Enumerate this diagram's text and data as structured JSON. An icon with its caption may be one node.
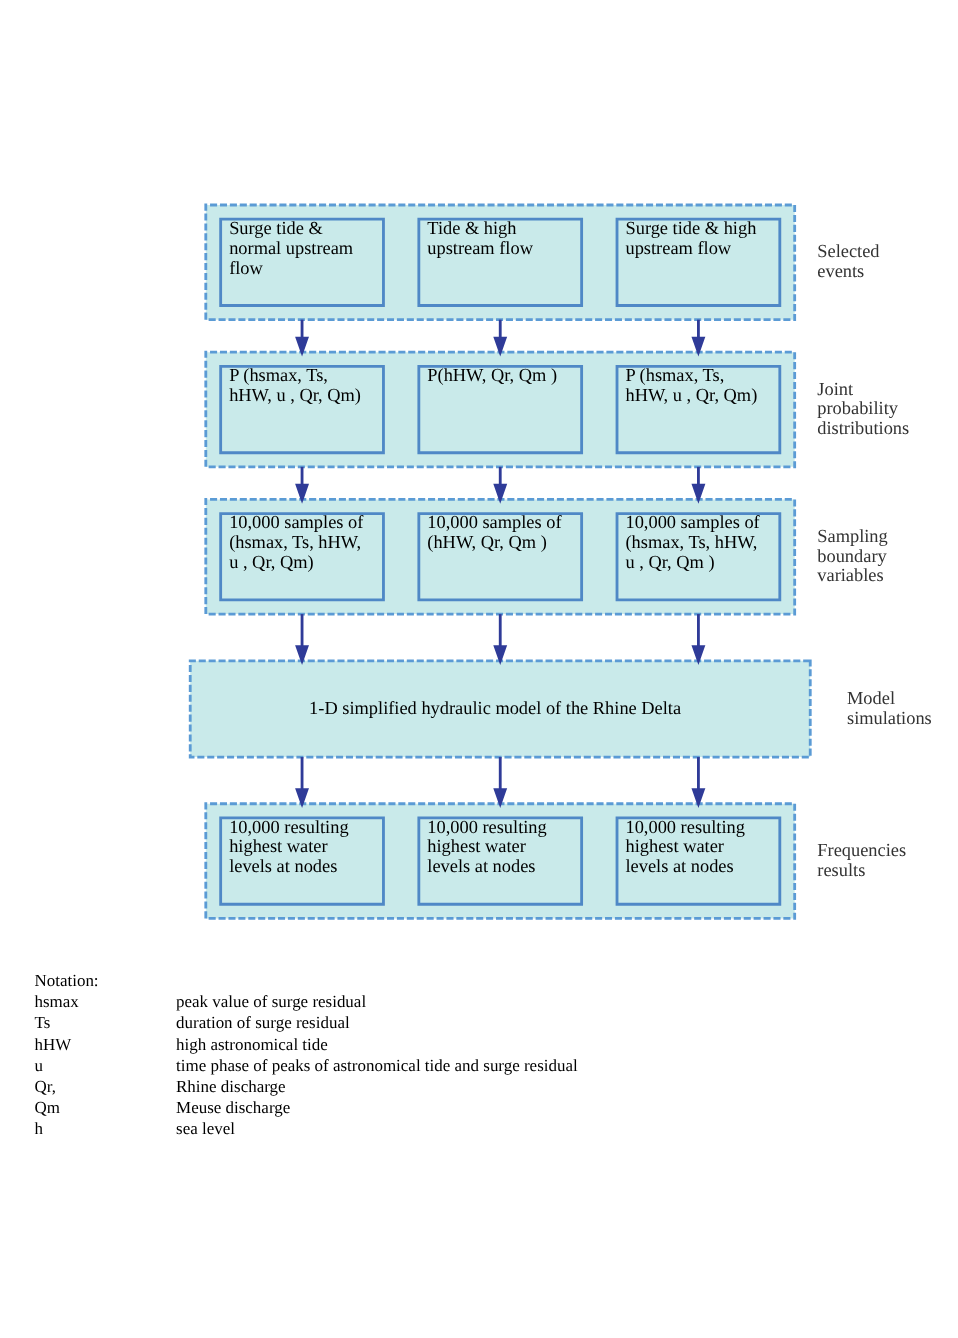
{
  "diagram": {
    "nodes": [
      {
        "text": [],
        "shape": "box",
        "beside": [
          "Selected events"
        ]
      },
      {
        "text": [
          "Surge tide & normal upstream flow"
        ],
        "in": 0
      },
      {
        "text": [
          "Tide & high upstream flow"
        ],
        "in": 0
      },
      {
        "text": [
          "Surge tide & high upstream flow"
        ],
        "in": 0
      },
      {
        "text": [],
        "shape": "box",
        "beside": [
          "Joint probability distributions"
        ]
      },
      {
        "text": [
          "P (hsmax, Ts, hHW, u , Qr, Qm)"
        ],
        "in": 4
      },
      {
        "text": [
          "P(hHW, Qr, Qm )"
        ],
        "in": 4
      },
      {
        "text": [
          "P (hsmax, Ts, hHW, u , Qr, Qm)"
        ],
        "in": 4
      },
      {
        "text": [],
        "shape": "box",
        "beside": [
          "Sampling boundary variables"
        ]
      },
      {
        "text": [
          "10,000 samples of (hsmax, Ts, hHW, u , Qr, Qm)"
        ],
        "in": 8
      },
      {
        "text": [
          "10,000 samples of (hHW, Qr, Qm )"
        ],
        "in": 8
      },
      {
        "text": [
          "10,000 samples of (hsmax, Ts, hHW, u , Qr, Qm )"
        ],
        "in": 8
      },
      {
        "text": [
          "1-D simplified hydraulic model of the Rhine Delta"
        ],
        "beside": [
          "Model simulations"
        ]
      },
      {
        "text": [],
        "shape": "box",
        "beside": [
          "Frequencies results"
        ]
      },
      {
        "text": [
          "10,000 resulting highest water levels at nodes"
        ],
        "in": 13
      },
      {
        "text": [
          "10,000 resulting highest water levels at nodes"
        ],
        "in": 13
      },
      {
        "text": [
          "10,000 resulting highest water levels at nodes"
        ],
        "in": 13
      }
    ],
    "edges": [
      {
        "from": 0,
        "to": 4,
        "arrow": "to"
      },
      {
        "from": 0,
        "to": 4,
        "arrow": "to"
      },
      {
        "from": 0,
        "to": 4,
        "arrow": "to"
      },
      {
        "from": 4,
        "to": 8,
        "arrow": "to"
      },
      {
        "from": 4,
        "to": 8,
        "arrow": "to"
      },
      {
        "from": 4,
        "to": 8,
        "arrow": "to"
      },
      {
        "from": 8,
        "to": 12,
        "arrow": "to"
      },
      {
        "from": 8,
        "to": 12,
        "arrow": "to"
      },
      {
        "from": 8,
        "to": 12,
        "arrow": "to"
      },
      {
        "from": 12,
        "to": 13,
        "arrow": "to"
      },
      {
        "from": 12,
        "to": 13,
        "arrow": "to"
      },
      {
        "from": 12,
        "to": 13,
        "arrow": "to"
      }
    ],
    "labels": [
      "Notation:",
      "hsmax",
      "peak value of surge residual",
      "Ts",
      "duration of surge residual",
      "hHW",
      "high astronomical tide",
      "u",
      "time phase of peaks of astronomical tide and surge residual",
      "Qr,",
      "Rhine discharge",
      "Qm",
      "Meuse discharge",
      "h",
      "sea level"
    ]
  }
}
